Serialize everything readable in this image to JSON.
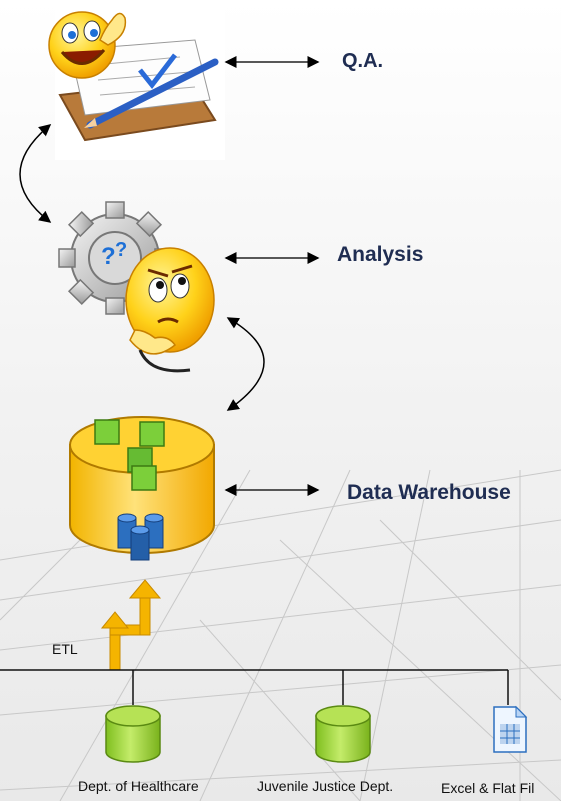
{
  "layers": {
    "qa": "Q.A.",
    "analysis": "Analysis",
    "data_warehouse": "Data Warehouse"
  },
  "etl_label": "ETL",
  "sources": [
    {
      "label": "Dept. of Healthcare"
    },
    {
      "label": "Juvenile Justice Dept."
    },
    {
      "label": "Excel & Flat Fil"
    }
  ],
  "colors": {
    "label_text": "#1f2d52",
    "db_green": "#9acd32",
    "warehouse_gold": "#f7c21a",
    "arrow_gold": "#f5b400",
    "cube_green": "#66bb33",
    "blue_cylinder": "#2c6fbf"
  },
  "icons": {
    "qa": "smiley-thumbs-up-clipboard-icon",
    "analysis": "thinking-smiley-gear-icon",
    "warehouse": "data-warehouse-cylinder-icon",
    "source_db": "database-cylinder-icon",
    "source_file": "spreadsheet-file-icon"
  }
}
